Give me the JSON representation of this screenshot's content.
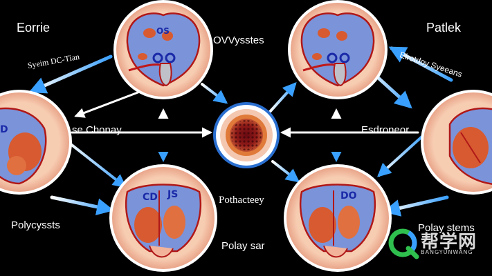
{
  "labels": {
    "top_left": "Eorrie",
    "top_center": "OVVysstes",
    "top_right": "Patlek",
    "upper_left_arrow": "Syeim DC-Tian",
    "upper_right_arrow": "Elrotdoy Syeeans",
    "mid_left": "se Chonay",
    "mid_right": "Esdroneor",
    "bottom_left": "Polycyssts",
    "bottom_center_upper": "Pothacteey",
    "bottom_center_lower": "Polay sar",
    "bottom_right": "Polay stems"
  },
  "cell_marks": {
    "top_left": "OS",
    "bottom_left_a": "CD",
    "bottom_left_b": "JS",
    "bottom_right": "DO",
    "left_edge": "D"
  },
  "watermark": {
    "chinese": "帮学网",
    "english": "BANGYUNWANG"
  },
  "colors": {
    "background": "#000000",
    "arrow_start": "#ffffff",
    "arrow_end": "#3aa0ff",
    "cell_outer": "#f5c6a8",
    "cell_inner": "#7b93d9",
    "organ": "#d85a30",
    "watermark_accent": "#2fbf4e"
  },
  "icons": {
    "cell_node": "uterus-cell-icon",
    "center_node": "tissue-cross-section-icon",
    "watermark_logo": "q-logo-icon"
  }
}
